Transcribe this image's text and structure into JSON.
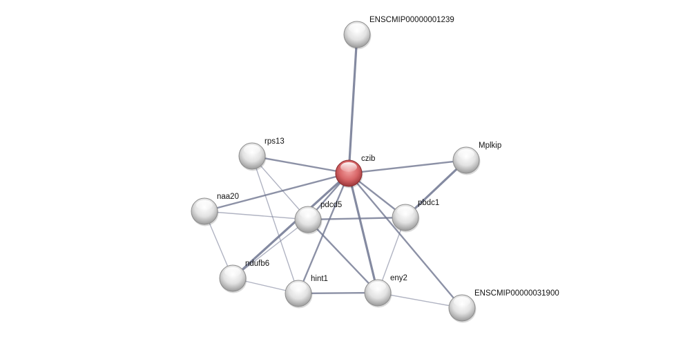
{
  "network": {
    "nodes": [
      {
        "id": "ENSCMIP00000001239",
        "label": "ENSCMIP00000001239",
        "query": false
      },
      {
        "id": "czib",
        "label": "czib",
        "query": true
      },
      {
        "id": "rps13",
        "label": "rps13",
        "query": false
      },
      {
        "id": "Mplkip",
        "label": "Mplkip",
        "query": false
      },
      {
        "id": "naa20",
        "label": "naa20",
        "query": false
      },
      {
        "id": "pdcd5",
        "label": "pdcd5",
        "query": false
      },
      {
        "id": "pbdc1",
        "label": "pbdc1",
        "query": false
      },
      {
        "id": "ndufb6",
        "label": "ndufb6",
        "query": false
      },
      {
        "id": "hint1",
        "label": "hint1",
        "query": false
      },
      {
        "id": "eny2",
        "label": "eny2",
        "query": false
      },
      {
        "id": "ENSCMIP00000031900",
        "label": "ENSCMIP00000031900",
        "query": false
      }
    ],
    "edges": [
      {
        "source": "czib",
        "target": "ENSCMIP00000001239",
        "strength": "strong"
      },
      {
        "source": "czib",
        "target": "rps13",
        "strength": "medium"
      },
      {
        "source": "czib",
        "target": "Mplkip",
        "strength": "medium"
      },
      {
        "source": "czib",
        "target": "naa20",
        "strength": "medium"
      },
      {
        "source": "czib",
        "target": "pdcd5",
        "strength": "medium"
      },
      {
        "source": "czib",
        "target": "pbdc1",
        "strength": "medium"
      },
      {
        "source": "czib",
        "target": "ndufb6",
        "strength": "strong"
      },
      {
        "source": "czib",
        "target": "hint1",
        "strength": "medium"
      },
      {
        "source": "czib",
        "target": "eny2",
        "strength": "strong"
      },
      {
        "source": "czib",
        "target": "ENSCMIP00000031900",
        "strength": "medium"
      },
      {
        "source": "Mplkip",
        "target": "pbdc1",
        "strength": "strong"
      },
      {
        "source": "rps13",
        "target": "pdcd5",
        "strength": "weak"
      },
      {
        "source": "rps13",
        "target": "hint1",
        "strength": "weak"
      },
      {
        "source": "naa20",
        "target": "pdcd5",
        "strength": "weak"
      },
      {
        "source": "naa20",
        "target": "ndufb6",
        "strength": "weak"
      },
      {
        "source": "pdcd5",
        "target": "ndufb6",
        "strength": "weak"
      },
      {
        "source": "pdcd5",
        "target": "pbdc1",
        "strength": "medium"
      },
      {
        "source": "pdcd5",
        "target": "eny2",
        "strength": "medium"
      },
      {
        "source": "ndufb6",
        "target": "hint1",
        "strength": "weak"
      },
      {
        "source": "hint1",
        "target": "eny2",
        "strength": "medium"
      },
      {
        "source": "pbdc1",
        "target": "eny2",
        "strength": "weak"
      },
      {
        "source": "eny2",
        "target": "ENSCMIP00000031900",
        "strength": "weak"
      }
    ],
    "colors": {
      "query_node": "#d95f63",
      "node": "#e4e4e4",
      "edge": "#6f7590"
    }
  }
}
